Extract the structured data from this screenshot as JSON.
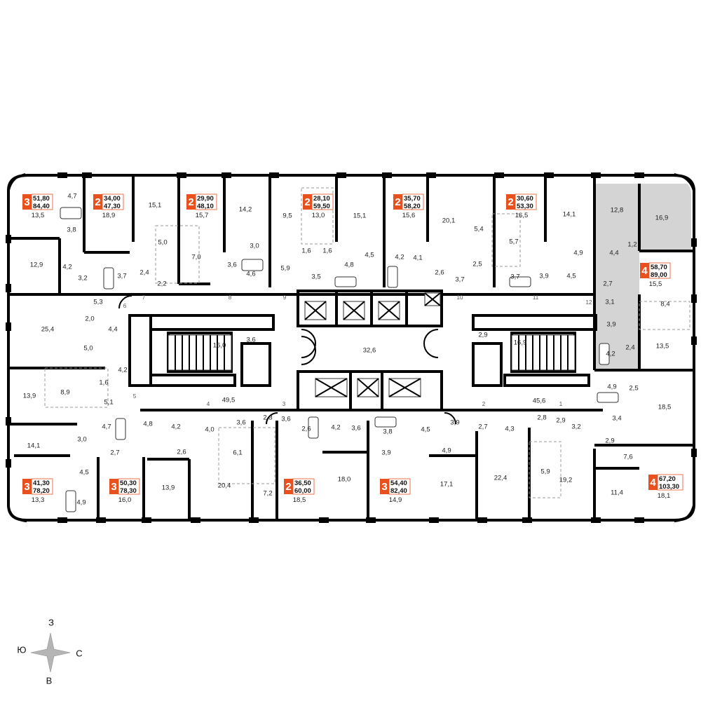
{
  "colors": {
    "accent": "#e8501e",
    "highlight": "#d4d4d4",
    "wall": "#000000"
  },
  "compass": {
    "north": "З",
    "west": "Ю",
    "east": "С",
    "south": "В"
  },
  "apartments": [
    {
      "rooms": "3",
      "total": "51,80",
      "extra": "84,40",
      "living": "13,5"
    },
    {
      "rooms": "2",
      "total": "34,00",
      "extra": "47,30",
      "living": "18,9"
    },
    {
      "rooms": "2",
      "total": "29,90",
      "extra": "48,10",
      "living": "15,7"
    },
    {
      "rooms": "2",
      "total": "28,10",
      "extra": "59,50",
      "living": "13,0"
    },
    {
      "rooms": "2",
      "total": "35,70",
      "extra": "58,20",
      "living": "15,6"
    },
    {
      "rooms": "2",
      "total": "30,60",
      "extra": "53,30",
      "living": "16,5"
    },
    {
      "rooms": "4",
      "total": "58,70",
      "extra": "89,00",
      "living": "15,5"
    },
    {
      "rooms": "3",
      "total": "41,30",
      "extra": "78,20",
      "living": "13,3"
    },
    {
      "rooms": "3",
      "total": "50,30",
      "extra": "78,30",
      "living": "16,0"
    },
    {
      "rooms": "2",
      "total": "36,50",
      "extra": "60,00",
      "living": "18,5"
    },
    {
      "rooms": "3",
      "total": "54,40",
      "extra": "82,40",
      "living": "14,9"
    },
    {
      "rooms": "4",
      "total": "67,20",
      "extra": "103,30",
      "living": "18,1"
    }
  ],
  "rooms": [
    "4,7",
    "15,1",
    "14,2",
    "9,5",
    "15,1",
    "20,1",
    "14,1",
    "12,8",
    "16,9",
    "3,8",
    "5,0",
    "7,0",
    "3,0",
    "1,6",
    "1,6",
    "5,4",
    "5,7",
    "4,9",
    "1,2",
    "4,4",
    "12,9",
    "4,2",
    "3,2",
    "3,7",
    "2,4",
    "2,2",
    "3,6",
    "4,6",
    "5,9",
    "3,5",
    "4,8",
    "4,5",
    "4,2",
    "4,1",
    "2,6",
    "2,5",
    "3,7",
    "3,9",
    "4,5",
    "2,7",
    "3,7",
    "5,3",
    "2,0",
    "4,4",
    "5,0",
    "25,4",
    "16,0",
    "3,6",
    "32,6",
    "2,9",
    "16,9",
    "3,1",
    "8,4",
    "3,9",
    "2,4",
    "4,2",
    "13,5",
    "4,2",
    "1,6",
    "8,9",
    "13,9",
    "5,1",
    "49,5",
    "45,6",
    "4,9",
    "2,5",
    "18,5",
    "4,8",
    "4,2",
    "4,7",
    "4,0",
    "3,6",
    "2,3",
    "3,6",
    "2,6",
    "4,2",
    "3,6",
    "3,8",
    "4,5",
    "3,9",
    "2,7",
    "4,3",
    "2,8",
    "2,9",
    "3,2",
    "3,4",
    "14,1",
    "3,0",
    "2,7",
    "2,6",
    "6,1",
    "4,9",
    "3,9",
    "2,9",
    "7,6",
    "4,5",
    "13,9",
    "20,4",
    "7,2",
    "18,0",
    "17,1",
    "22,4",
    "5,9",
    "19,2",
    "11,4",
    "4,9"
  ],
  "doors": [
    "6",
    "7",
    "8",
    "9",
    "10",
    "11",
    "12",
    "5",
    "4",
    "3",
    "2",
    "1"
  ]
}
